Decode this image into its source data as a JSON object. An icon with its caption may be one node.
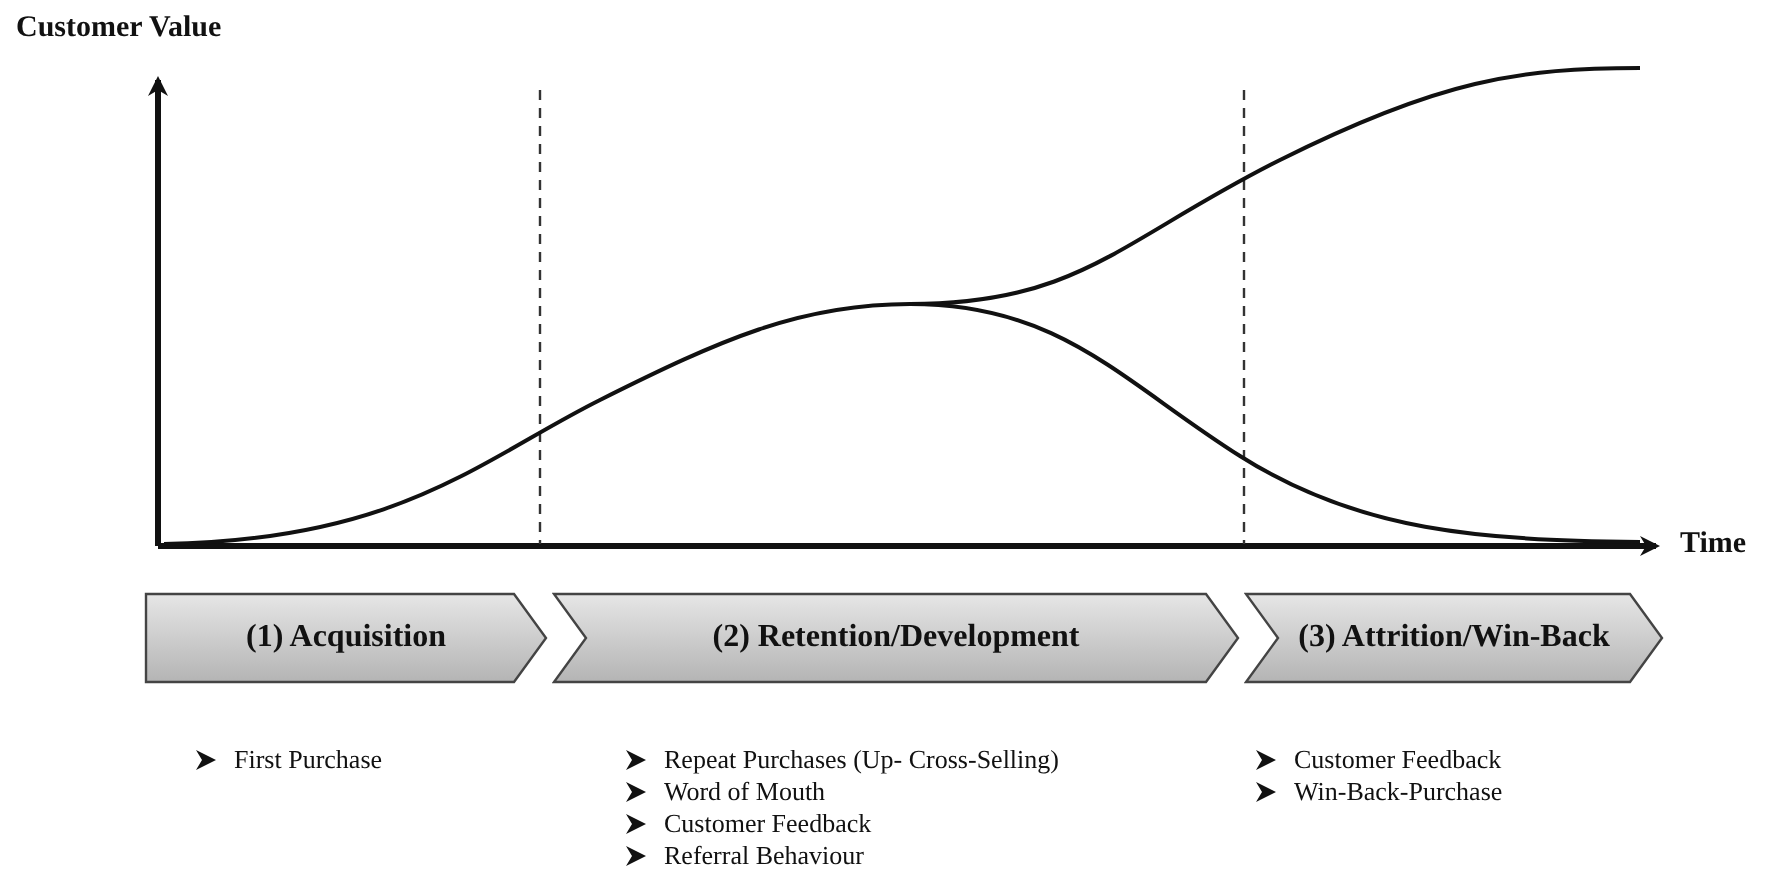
{
  "diagram": {
    "nodes": [
      {
        "text": [
          "(1) Acquisition"
        ],
        "beside": [
          "First Purchase"
        ]
      },
      {
        "text": [
          "(2) Retention/Development"
        ],
        "beside": [
          "Repeat Purchases (Up- Cross-Selling)",
          "Word of Mouth",
          "Customer Feedback",
          "Referral Behaviour"
        ]
      },
      {
        "text": [
          "(3) Attrition/Win-Back"
        ],
        "beside": [
          "Customer Feedback",
          "Win-Back-Purchase"
        ]
      }
    ],
    "edges": [],
    "labels": [
      "Customer Value",
      "Time"
    ]
  }
}
